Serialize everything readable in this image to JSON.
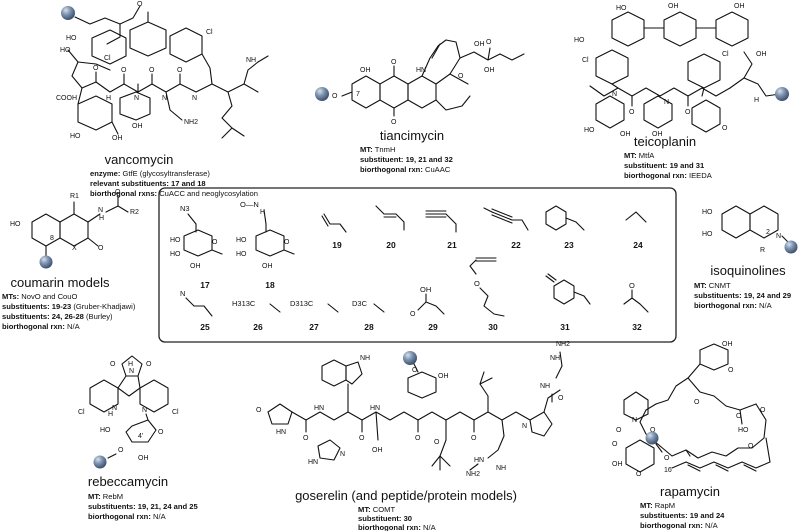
{
  "colors": {
    "ball": "#5f7796",
    "ball_hi": "#aebdd0",
    "panel_border": "#222222"
  },
  "vancomycin": {
    "name": "vancomycin",
    "lines": [
      {
        "label": "enzyme: ",
        "text": "GtfE (glycosyltransferase)"
      },
      {
        "label": "relevant substituents: ",
        "text": "17 and 18"
      },
      {
        "label": "biorthogonal rxns: ",
        "text": "CuACC and neoglycosylation"
      }
    ],
    "atoms": [
      "O",
      "Cl",
      "Cl",
      "HO",
      "O",
      "O",
      "O",
      "O",
      "H",
      "N",
      "N",
      "N",
      "HO",
      "OH",
      "OH",
      "COOH",
      "HO",
      "NH2",
      "NH"
    ]
  },
  "tiancimycin": {
    "name": "tiancimycin",
    "lines": [
      {
        "label": "MT: ",
        "text": "TnmH"
      },
      {
        "label": "substituent: ",
        "text": "19, 21 and 32"
      },
      {
        "label": "biorthogonal rxn: ",
        "text": "CuAAC"
      }
    ],
    "atoms": [
      "OH",
      "HN",
      "O",
      "7",
      "O",
      "O",
      "OH",
      "OH",
      "O",
      "O"
    ]
  },
  "teicoplanin": {
    "name": "teicoplanin",
    "lines": [
      {
        "label": "MT: ",
        "text": "MtfA"
      },
      {
        "label": "substituent: ",
        "text": "19 and 31"
      },
      {
        "label": "biorthogonal rxn: ",
        "text": "IEEDA"
      }
    ],
    "atoms": [
      "HO",
      "OH",
      "OH",
      "Cl",
      "Cl",
      "HO",
      "OH",
      "O",
      "O",
      "H",
      "N",
      "N",
      "HO",
      "OH",
      "OH",
      "O"
    ]
  },
  "coumarin": {
    "name": "coumarin models",
    "lines": [
      {
        "label": "MTs: ",
        "text": "NovO and CouO"
      },
      {
        "label": "substituents: ",
        "text": "19-23",
        "note": " (Gruber-Khadjawi)"
      },
      {
        "label": "substituents: ",
        "text": "24, 26-28",
        "note": " (Burley)"
      },
      {
        "label": "biorthogonal rxn: ",
        "text": "N/A"
      }
    ],
    "atoms": [
      "R1",
      "R2",
      "H",
      "N",
      "O",
      "HO",
      "8",
      "X",
      "O"
    ]
  },
  "isoquinolines": {
    "name": "isoquinolines",
    "lines": [
      {
        "label": "MT: ",
        "text": "CNMT"
      },
      {
        "label": "substituents: ",
        "text": "19, 24 and 29"
      },
      {
        "label": "biorthogonal rxn: ",
        "text": "N/A"
      }
    ],
    "atoms": [
      "HO",
      "HO",
      "2",
      "N",
      "R"
    ]
  },
  "rebeccamycin": {
    "name": "rebeccamycin",
    "lines": [
      {
        "label": "MT: ",
        "text": "RebM"
      },
      {
        "label": "substituents: ",
        "text": "19, 21, 24 and 25"
      },
      {
        "label": "biorthogonal rxn: ",
        "text": "N/A"
      }
    ],
    "atoms": [
      "O",
      "H",
      "N",
      "O",
      "Cl",
      "H",
      "N",
      "N",
      "Cl",
      "HO",
      "O",
      "4'",
      "O",
      "OH"
    ]
  },
  "goserelin": {
    "name": "goserelin (and peptide/protein models)",
    "lines": [
      {
        "label": "MT: ",
        "text": "COMT"
      },
      {
        "label": "substituent: ",
        "text": "30"
      },
      {
        "label": "biorthogonal rxn: ",
        "text": "N/A"
      }
    ],
    "atoms": [
      "O",
      "OH",
      "NH2",
      "O",
      "HN",
      "NH",
      "HN",
      "O",
      "O",
      "O",
      "O",
      "O",
      "HN",
      "HN",
      "OH",
      "NH",
      "N",
      "N",
      "NH",
      "HN",
      "NH2",
      "O"
    ]
  },
  "rapamycin": {
    "name": "rapamycin",
    "lines": [
      {
        "label": "MT: ",
        "text": "RapM"
      },
      {
        "label": "substituents: ",
        "text": "19 and 24"
      },
      {
        "label": "biorthogonal rxn: ",
        "text": "N/A"
      }
    ],
    "atoms": [
      "OH",
      "O",
      "O",
      "O",
      "N",
      "O",
      "O",
      "O",
      "HO",
      "O",
      "O",
      "O",
      "16",
      "OH"
    ]
  },
  "substituents": [
    {
      "num": "17",
      "formula": "N3",
      "atoms": [
        "HO",
        "HO",
        "O",
        "OH"
      ]
    },
    {
      "num": "18",
      "formula": "O—N",
      "atoms": [
        "H",
        "HO",
        "HO",
        "O",
        "OH"
      ]
    },
    {
      "num": "19",
      "formula": ""
    },
    {
      "num": "20",
      "formula": ""
    },
    {
      "num": "21",
      "formula": ""
    },
    {
      "num": "22",
      "formula": ""
    },
    {
      "num": "23",
      "formula": ""
    },
    {
      "num": "24",
      "formula": ""
    },
    {
      "num": "25",
      "formula": "N"
    },
    {
      "num": "26",
      "formula": "H313C"
    },
    {
      "num": "27",
      "formula": "D313C"
    },
    {
      "num": "28",
      "formula": "D3C"
    },
    {
      "num": "29",
      "formula": "OH",
      "atoms": [
        "O"
      ]
    },
    {
      "num": "30",
      "formula": "O"
    },
    {
      "num": "31",
      "formula": ""
    },
    {
      "num": "32",
      "formula": "O"
    }
  ]
}
